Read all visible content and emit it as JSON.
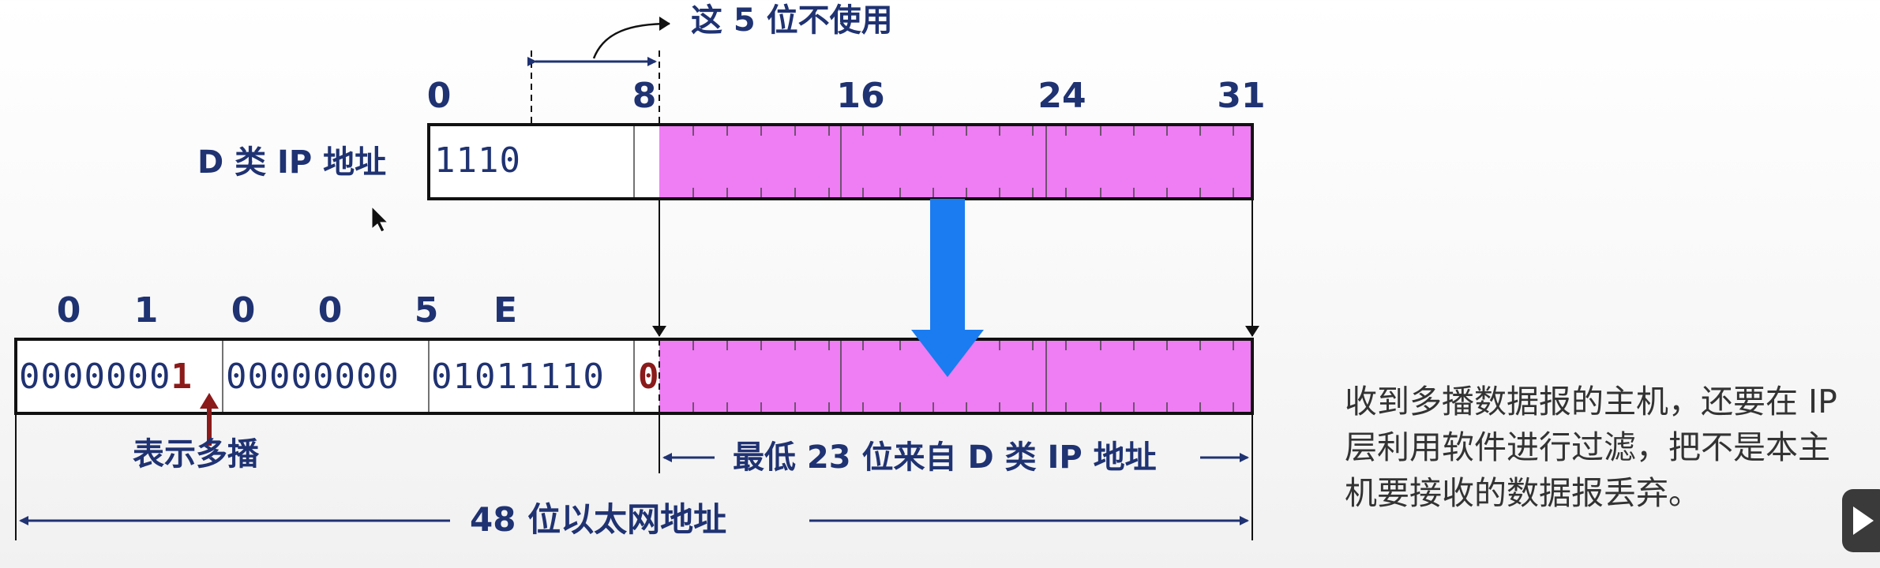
{
  "labels": {
    "unused_bits": "这 5 位不使用",
    "class_d_ip": "D 类 IP 地址",
    "multicast_flag": "表示多播",
    "lowest_23": "最低 23 位来自 D 类 IP 地址",
    "eth_48": "48 位以太网地址"
  },
  "ip_scale": [
    "0",
    "8",
    "16",
    "24",
    "31"
  ],
  "ip_prefix_bits": "1110",
  "mac_hex_digits": [
    "0",
    "1",
    "0",
    "0",
    "5",
    "E"
  ],
  "mac_bits": {
    "byte1_head": "0000000",
    "byte1_tail": "1",
    "byte2": "00000000",
    "byte3": "01011110",
    "bit25": "0"
  },
  "note": "收到多播数据报的主机，还要在 IP 层利用软件进行过滤，把不是本主机要接收的数据报丢弃。",
  "colors": {
    "magenta": "#ef7df4",
    "text_blue": "#1f3272",
    "arrow_blue": "#1a7cf0",
    "dark_red": "#8b1a1a"
  },
  "icons": {
    "cursor": "mouse-pointer-icon",
    "play": "play-icon"
  }
}
